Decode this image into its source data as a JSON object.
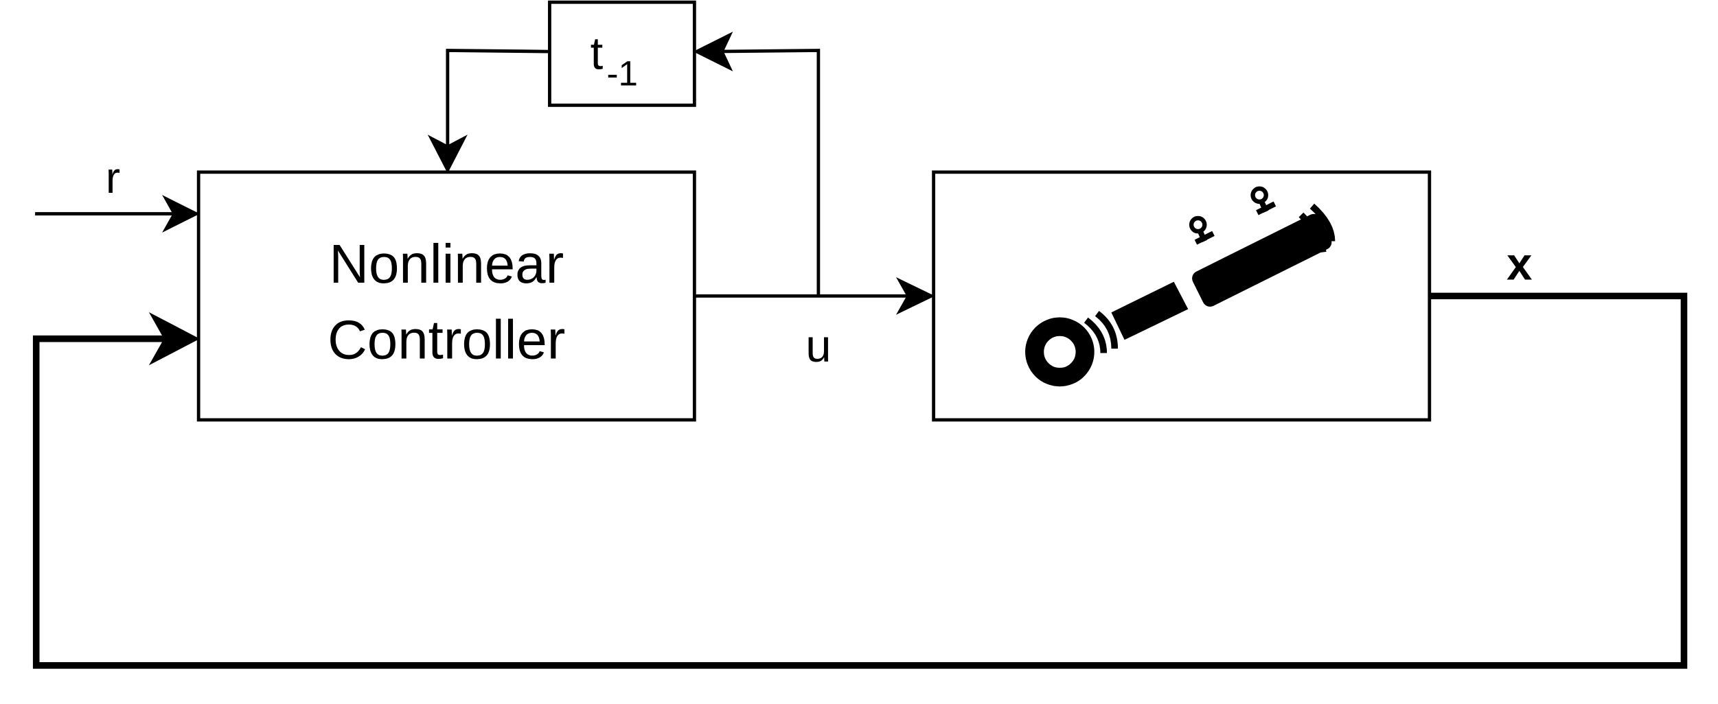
{
  "delay_block": {
    "symbol": "t",
    "subscript": "-1"
  },
  "controller_block": {
    "line1": "Nonlinear",
    "line2": "Controller"
  },
  "plant_block": {
    "icon": "hydraulic-actuator-icon"
  },
  "signals": {
    "reference": "r",
    "control": "u",
    "state": "x"
  },
  "colors": {
    "stroke": "#000000",
    "background": "#ffffff"
  }
}
